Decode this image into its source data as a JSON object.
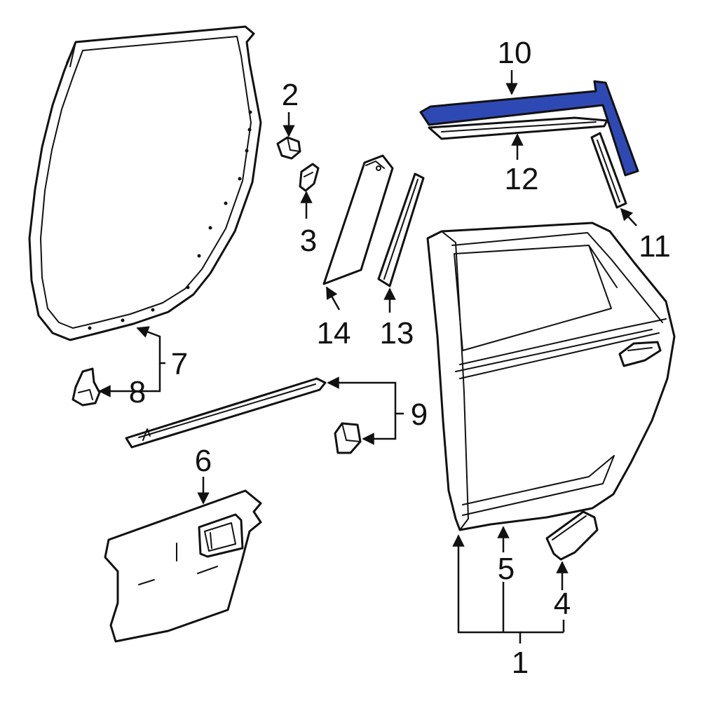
{
  "diagram": {
    "highlight_color": "#2f49b4",
    "line_color": "#111111",
    "background": "#ffffff",
    "callouts": [
      {
        "id": "1",
        "label": "1"
      },
      {
        "id": "2",
        "label": "2"
      },
      {
        "id": "3",
        "label": "3"
      },
      {
        "id": "4",
        "label": "4"
      },
      {
        "id": "5",
        "label": "5"
      },
      {
        "id": "6",
        "label": "6"
      },
      {
        "id": "7",
        "label": "7"
      },
      {
        "id": "8",
        "label": "8"
      },
      {
        "id": "9",
        "label": "9"
      },
      {
        "id": "10",
        "label": "10"
      },
      {
        "id": "11",
        "label": "11"
      },
      {
        "id": "12",
        "label": "12"
      },
      {
        "id": "13",
        "label": "13"
      },
      {
        "id": "14",
        "label": "14"
      }
    ],
    "highlighted_part": "10"
  }
}
